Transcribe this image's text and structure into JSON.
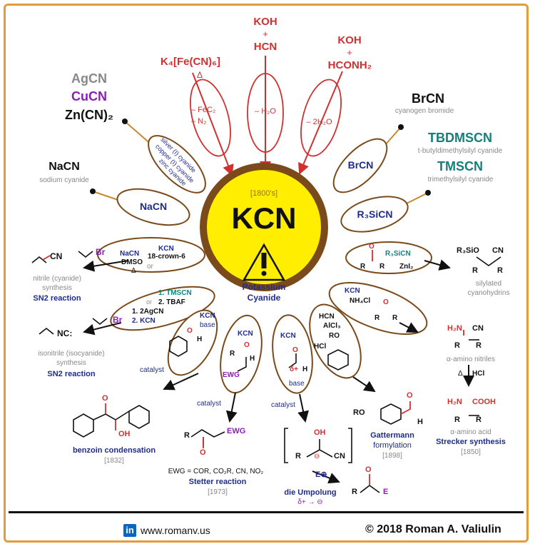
{
  "center": {
    "era": "[1800's]",
    "title": "KCN",
    "name_line1": "Potassium",
    "name_line2": "Cyanide",
    "warning_icon": "warning-exclamation-icon"
  },
  "top_inputs": {
    "ferro": {
      "formula": "K₄[Fe(CN)₆]",
      "cond": "Δ",
      "loss1": "– FeC₂",
      "loss2": "– N₂"
    },
    "koh_hcn": {
      "l1": "KOH",
      "l2": "+",
      "l3": "HCN",
      "loss": "– H₂O"
    },
    "koh_formamide": {
      "l1": "KOH",
      "l2": "+",
      "l3": "HCONH₂",
      "loss": "– 2H₂O"
    }
  },
  "left_top": {
    "metal_cyanides": [
      "AgCN",
      "CuCN",
      "Zn(CN)₂"
    ],
    "petal_text": [
      "silver (I) cyanide",
      "copper (I) cyanide",
      "zinc cyanide"
    ],
    "nacn": "NaCN",
    "nacn_caption": "sodium cyanide",
    "nacn_petal": "NaCN"
  },
  "right_top": {
    "brcn": "BrCN",
    "brcn_caption": "cyanogen bromide",
    "tbdmscn": "TBDMSCN",
    "tbdmscn_caption": "t-butyldimethylsilyl cyanide",
    "tmscn": "TMSCN",
    "tmscn_caption": "trimethylsilyl cyanide",
    "brcn_petal": "BrCN",
    "r3sicn_petal": "R₃SiCN"
  },
  "nitrile": {
    "reagents": [
      "NaCN",
      "KCN",
      "18-crown-6",
      "DMSO",
      "Δ",
      "or"
    ],
    "caption": [
      "nitrile (cyanide)",
      "synthesis",
      "SN2 reaction"
    ],
    "product": "CN",
    "substrate": "Br"
  },
  "isonitrile": {
    "reagents": [
      "1. TMSCN",
      "2. TBAF",
      "or",
      "1. 2AgCN",
      "2. KCN"
    ],
    "caption": [
      "isonitrile (isocyanide)",
      "synthesis",
      "SN2 reaction"
    ],
    "product": "NC:",
    "substrate": "Br"
  },
  "benzoin": {
    "reagents": [
      "KCN",
      "base"
    ],
    "cond": "catalyst",
    "caption": "benzoin condensation",
    "year": "[1832]",
    "labels": [
      "O",
      "OH",
      "H"
    ]
  },
  "stetter": {
    "reagents": [
      "KCN"
    ],
    "cond": "catalyst",
    "caption": "Stetter reaction",
    "ewg_line": "EWG = COR, CO₂R, CN, NO₂",
    "year": "[1973]",
    "labels": [
      "EWG",
      "R",
      "O",
      "H"
    ]
  },
  "umpolung": {
    "reagents": [
      "KCN",
      "base"
    ],
    "cond": "catalyst",
    "caption": "die Umpolung",
    "sub": "δ+ → ⊖",
    "electrophile": "E⊕",
    "labels": [
      "OH",
      "CN",
      "R",
      "E",
      "O",
      "δ+",
      "H"
    ]
  },
  "gattermann": {
    "reagents": [
      "HCN",
      "AlCl₃",
      "HCl"
    ],
    "caption": "Gattermann",
    "caption2": "formylation",
    "year": "[1898]",
    "labels": [
      "RO",
      "O",
      "H"
    ]
  },
  "strecker": {
    "reagents": [
      "KCN",
      "NH₄Cl"
    ],
    "caption1": "α-amino nitriles",
    "hydrolysis": [
      "Δ",
      "HCl"
    ],
    "caption2": "α-amino acid",
    "caption3": "Strecker synthesis",
    "year": "[1850]",
    "labels": [
      "H₂N",
      "CN",
      "R",
      "COOH",
      "O"
    ]
  },
  "cyanohydrin": {
    "reagents": [
      "R₃SiCN",
      "ZnI₂"
    ],
    "caption": [
      "silylated",
      "cyanohydrins"
    ],
    "labels": [
      "R₃SiO",
      "CN",
      "R",
      "O"
    ]
  },
  "footer": {
    "linkedin_icon": "in",
    "url": "www.romanv.us",
    "copyright": "© 2018 Roman A. Valiulin"
  },
  "colors": {
    "border": "#e39b3b",
    "center_fill": "#ffee00",
    "center_ring": "#7a4a1a",
    "red": "#d32f2f",
    "navy": "#1f2c8c",
    "teal": "#12807c",
    "purple": "#8a1fb5",
    "gray": "#888888"
  }
}
